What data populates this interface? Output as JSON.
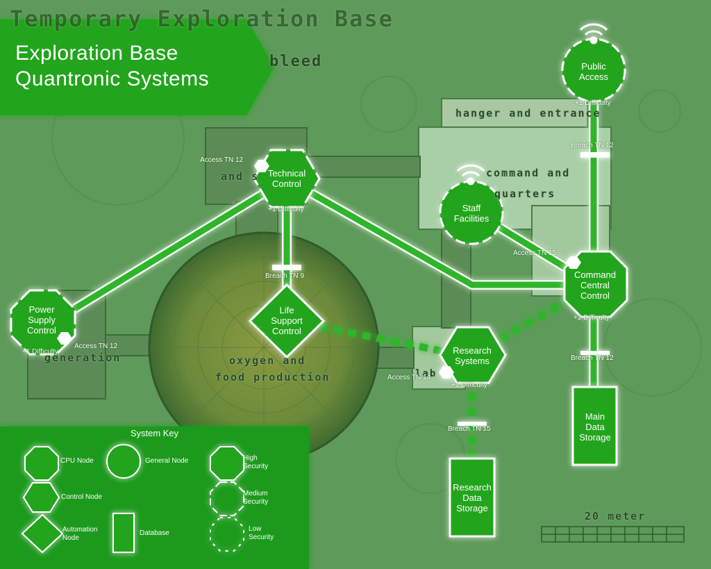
{
  "title": "Exploration Base\nQuantronic Systems",
  "map_labels": {
    "top": "Temporary Exploration Base",
    "sub": "bleed",
    "hanger": "hanger and entrance",
    "command_line1": "command and",
    "command_line2": "quarters",
    "technical": "and s",
    "generation": "generation",
    "oxygen_line1": "oxygen and",
    "oxygen_line2": "food production",
    "lab": "lab",
    "scale": "20 meter"
  },
  "nodes": {
    "public_access": "Public\nAccess",
    "technical_control": "Technical\nControl",
    "staff_facilities": "Staff\nFacilities",
    "power_supply_control": "Power\nSupply\nControl",
    "life_support_control": "Life\nSupport\nControl",
    "command_central_control": "Command\nCentral\nControl",
    "research_systems": "Research\nSystems",
    "main_data_storage": "Main\nData\nStorage",
    "research_data_storage": "Research\nData\nStorage"
  },
  "annotations": {
    "public_difficulty": "+1 Difficulty",
    "public_breach": "Breach TN 12",
    "technical_access": "Access TN 12",
    "technical_difficulty": "+1 Difficulty",
    "life_breach": "Breach TN 9",
    "staff_access": "Access TN 15",
    "power_access": "Access TN 12",
    "power_difficulty": "+1 Difficulty",
    "command_difficulty": "+2 Difficulty",
    "command_breach": "Breach TN 12",
    "research_access": "Access TN 14",
    "research_difficulty": "+2 Difficulty",
    "research_breach": "Breach TN 15"
  },
  "key": {
    "title": "System Key",
    "cpu": "CPU Node",
    "general": "General Node",
    "high": "High\nSecurity",
    "control": "Control Node",
    "medium": "Medium\nSecurity",
    "automation": "Automation\nNode",
    "database": "Database",
    "low": "Low\nSecurity"
  },
  "colors": {
    "node": "#22a51f",
    "background": "#5e9a5a",
    "line": "#2fb52a",
    "panel": "#1f9a1b"
  }
}
